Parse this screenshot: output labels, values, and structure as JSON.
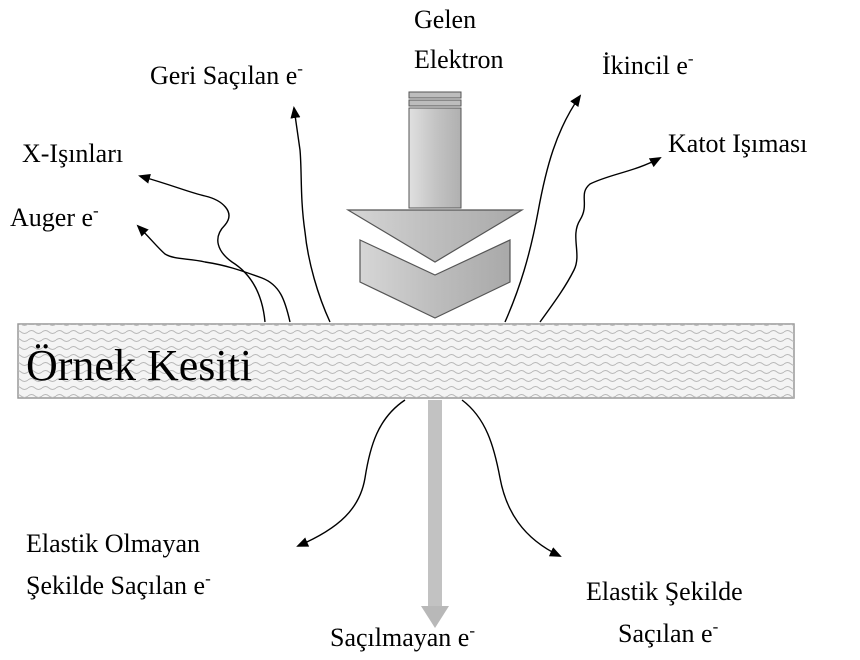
{
  "diagram": {
    "incoming": {
      "line1": "Gelen",
      "line2": "Elektron"
    },
    "sample": {
      "label": "Örnek Kesiti"
    },
    "signals_top": {
      "backscattered": {
        "text": "Geri Saçılan e",
        "sup": "-"
      },
      "secondary": {
        "text": "İkincil e",
        "sup": "-"
      },
      "xray": {
        "text": "X-Işınları"
      },
      "auger": {
        "text": "Auger e",
        "sup": "-"
      },
      "cathodo": {
        "text": "Katot Işıması"
      }
    },
    "signals_bottom": {
      "inelastic": {
        "line1": "Elastik Olmayan",
        "line2": "Şekilde Saçılan e",
        "sup": "-"
      },
      "unscattered": {
        "text": "Saçılmayan e",
        "sup": "-"
      },
      "elastic": {
        "line1": "Elastik Şekilde",
        "line2": "Saçılan e",
        "sup": "-"
      }
    },
    "colors": {
      "arrow_fill": "#c9c9c9",
      "arrow_stroke": "#555555",
      "line": "#000000",
      "slab_fill": "#f4f4f4"
    }
  }
}
